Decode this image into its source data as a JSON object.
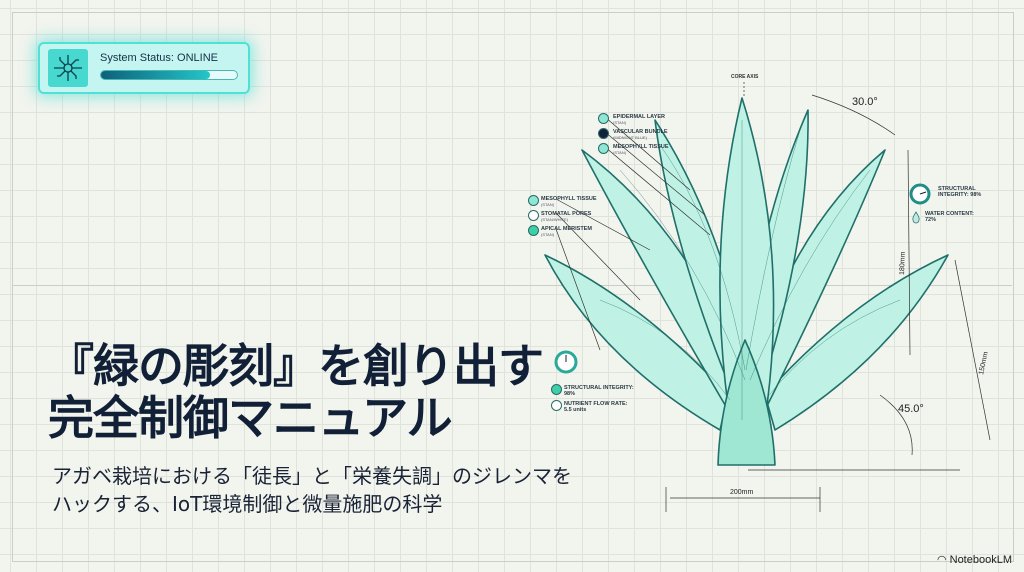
{
  "status": {
    "label": "System Status: ONLINE",
    "progress_percent": 80,
    "icon": "circuit-icon"
  },
  "title": {
    "line1": "『緑の彫刻』を創り出す",
    "line2": "完全制御マニュアル"
  },
  "subtitle": {
    "line1": "アガベ栽培における「徒長」と「栄養失調」のジレンマを",
    "line2": "ハックする、IoT環境制御と微量施肥の科学"
  },
  "diagram": {
    "core_axis": "CORE AXIS",
    "labels_top": [
      {
        "name": "EPIDERMAL LAYER",
        "note": "(STAN)"
      },
      {
        "name": "VASCULAR BUNDLE",
        "note": "(MIDNIGHT BLUE)"
      },
      {
        "name": "MESOPHYLL TISSUE",
        "note": "(STAN)"
      }
    ],
    "labels_left": [
      {
        "name": "MESOPHYLL TISSUE",
        "note": "(STAN)"
      },
      {
        "name": "STOMATAL PORES",
        "note": "(STAN/WHITE)"
      },
      {
        "name": "APICAL MERISTEM",
        "note": "(STAN)"
      }
    ],
    "right_stats": {
      "integrity": "STRUCTURAL INTEGRITY: 98%",
      "water": "WATER CONTENT: 72%"
    },
    "left_stats": {
      "integrity": "STRUCTURAL INTEGRITY: 98%",
      "nutrient": "NUTRIENT FLOW RATE: 5.5 units"
    },
    "angle_top": "30.0°",
    "angle_bottom": "45.0°",
    "dim_height1": "180mm",
    "dim_height2": "150mm",
    "dim_width": "200mm",
    "colors": {
      "leaf_fill": "#bff2e4",
      "leaf_stroke": "#1f6f6a",
      "accent": "#4fe0d7"
    }
  },
  "brand": "NotebookLM"
}
